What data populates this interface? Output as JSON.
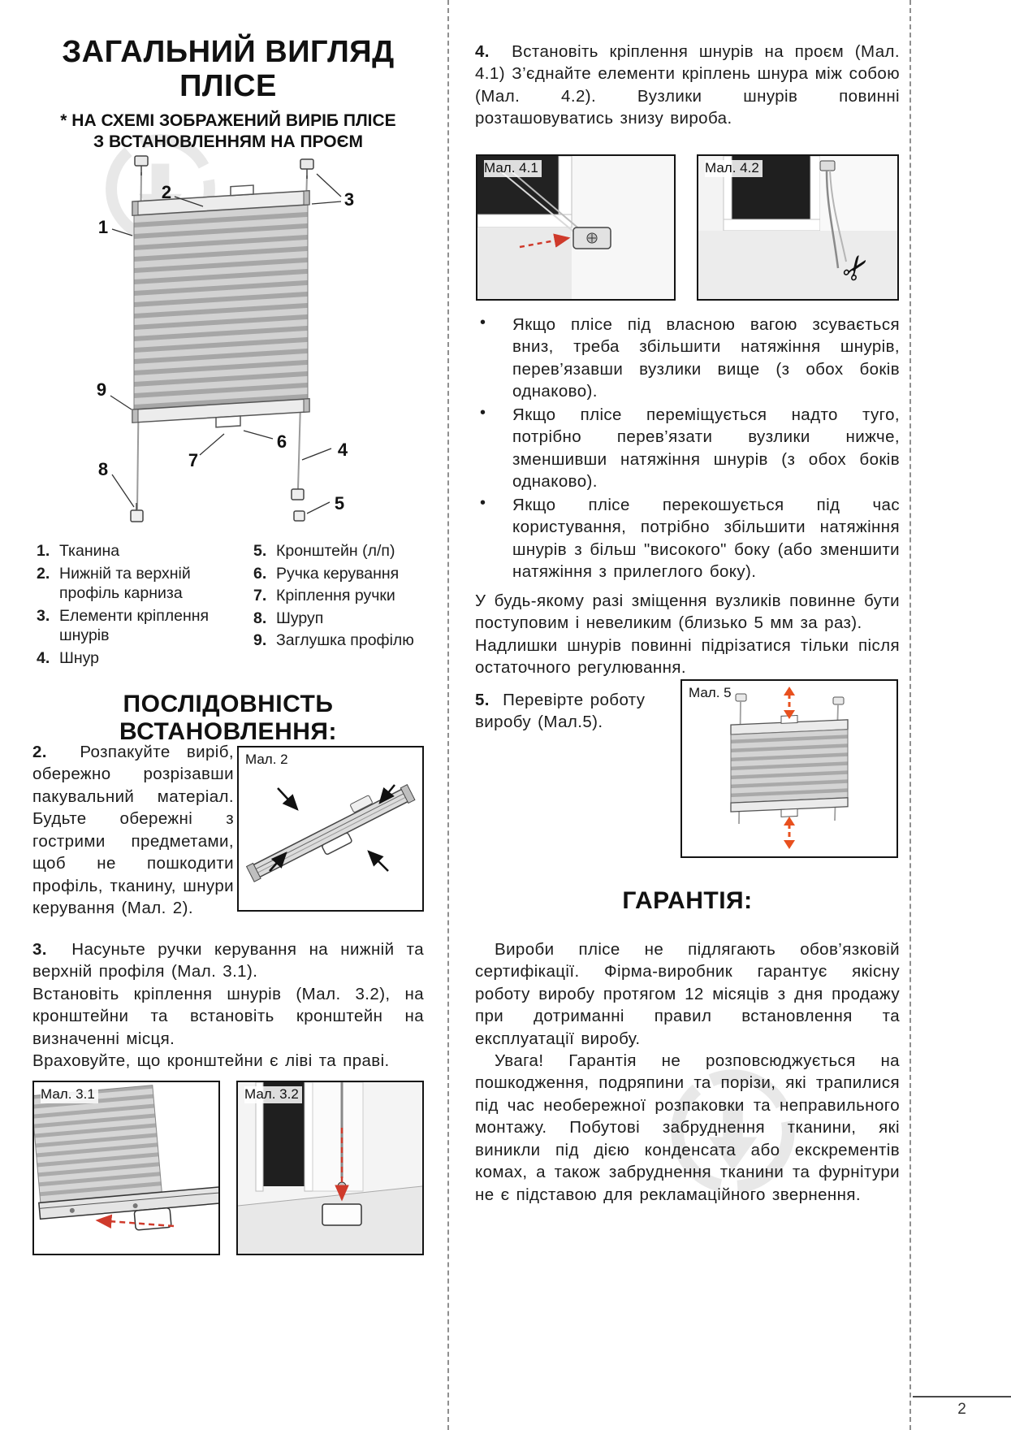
{
  "page": {
    "number": "2"
  },
  "icons": {
    "scissors": "✂"
  },
  "left": {
    "title_line1": "ЗАГАЛЬНИЙ ВИГЛЯД",
    "title_line2": "ПЛІСЕ",
    "subtitle_line1": "* НА СХЕМІ ЗОБРАЖЕНИЙ ВИРІБ ПЛІСЕ",
    "subtitle_line2": "З ВСТАНОВЛЕННЯМ НА ПРОЄМ",
    "legend_col1": [
      {
        "num": "1.",
        "text": "Тканина"
      },
      {
        "num": "2.",
        "text": "Нижній та верхній профіль карниза"
      },
      {
        "num": "3.",
        "text": "Елементи кріплення шнурів"
      },
      {
        "num": "4.",
        "text": "Шнур"
      }
    ],
    "legend_col2": [
      {
        "num": "5.",
        "text": "Кронштейн (л/п)"
      },
      {
        "num": "6.",
        "text": "Ручка керування"
      },
      {
        "num": "7.",
        "text": "Кріплення ручки"
      },
      {
        "num": "8.",
        "text": "Шуруп"
      },
      {
        "num": "9.",
        "text": "Заглушка профілю"
      }
    ],
    "sequence_title": "ПОСЛІДОВНІСТЬ ВСТАНОВЛЕННЯ:",
    "step2_num": "2.",
    "step2_text": "Розпакуйте виріб, обережно розрізавши пакувальний матеріал. Будьте обережні з гострими предметами, щоб не пошкодити профіль, тканину, шнури керування (Мал. 2).",
    "step3_num": "3.",
    "step3_line1": "Насуньте ручки керування на нижній та верхній профіля (Мал. 3.1).",
    "step3_line2": "Встановіть кріплення шнурів (Мал. 3.2), на кронштейни та встановіть кронштейн на визначенні місця.",
    "step3_line3": "Враховуйте, що кронштейни є ліві та праві."
  },
  "right": {
    "step4_num": "4.",
    "step4_text": "Встановіть кріплення шнурів на проєм (Мал. 4.1) З’єднайте елементи кріплень шнура між собою (Мал. 4.2). Вузлики шнурів повинні розташовуватись знизу вироба.",
    "bullet_char": "•",
    "bullets": [
      "Якщо плісе під власною вагою зсувається вниз, треба збільшити натяжіння шнурів, перев’язавши вузлики вище (з обох боків однаково).",
      "Якщо плісе переміщується надто туго, потрібно перев’язати вузлики нижче, зменшивши натяжіння шнурів (з обох боків однаково).",
      "Якщо плісе перекошується під час користування, потрібно збільшити натяжіння шнурів з більш \"високого\" боку (або зменшити натяжіння з прилеглого боку)."
    ],
    "para1": "У будь-якому разі зміщення вузликів повинне бути поступовим і невеликим (близько 5 мм за раз).",
    "para2": "Надлишки шнурів повинні підрізатися тільки після остаточного регулювання.",
    "step5_num": "5.",
    "step5_text": "Перевірте роботу виробу (Мал.5).",
    "warranty_title": "ГАРАНТІЯ:",
    "warranty_para1": "Вироби плісе не підлягають обов’язковій сертифікації. Фірма-виробник гарантує якісну роботу виробу протягом 12 місяців з дня продажу при дотриманні правил встановлення та експлуатації виробу.",
    "warranty_para2": "Увага! Гарантія не розповсюджується на пошкодження, подряпини та порізи, які трапилися під час необережної розпаковки та неправильного монтажу. Побутові забруднення тканини, які виникли під дією конденсата або екскрементів комах, а також забруднення тканини та фурнітури не є підставою для рекламаційного звернення."
  },
  "figures": {
    "fig2": "Мал. 2",
    "fig31": "Мал. 3.1",
    "fig32": "Мал. 3.2",
    "fig41": "Мал. 4.1",
    "fig42": "Мал. 4.2",
    "fig5": "Мал. 5"
  },
  "diagram": {
    "callouts": {
      "n1": "1",
      "n2": "2",
      "n3": "3",
      "n4": "4",
      "n5": "5",
      "n6": "6",
      "n7": "7",
      "n8": "8",
      "n9": "9"
    }
  }
}
